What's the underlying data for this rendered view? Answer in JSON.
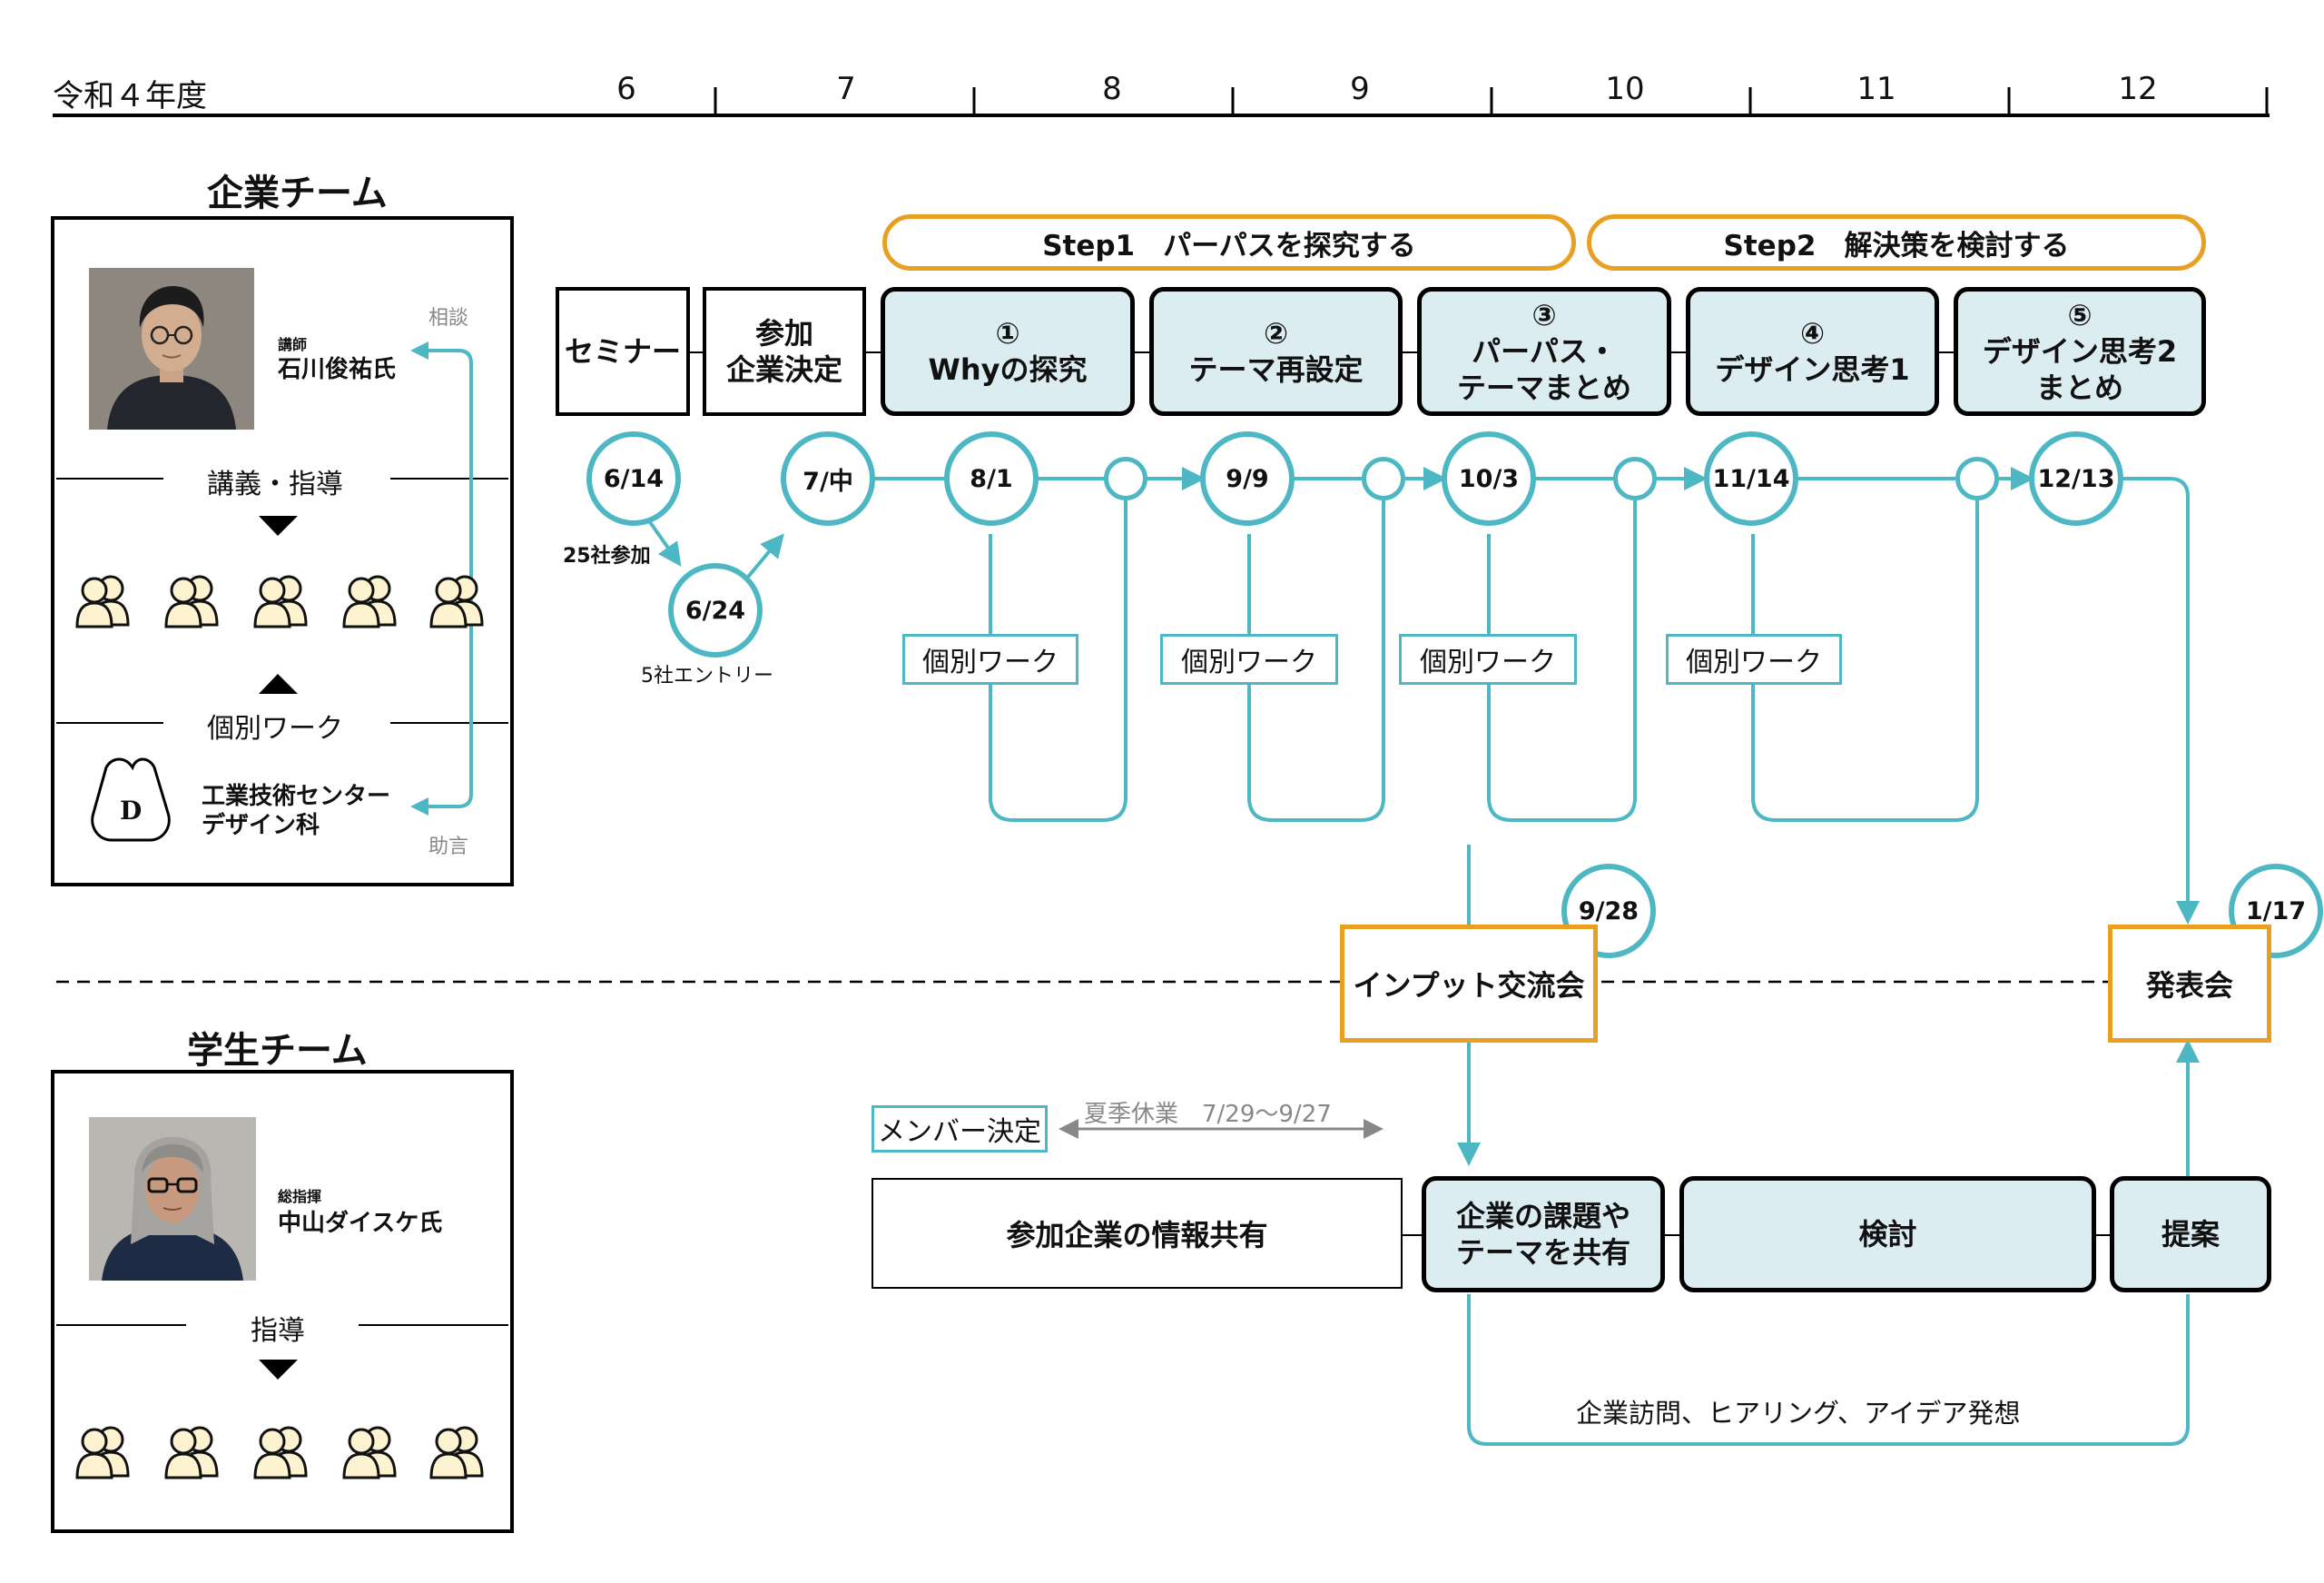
{
  "header": {
    "year_label": "令和４年度",
    "months": [
      "6",
      "7",
      "8",
      "9",
      "10",
      "11",
      "12"
    ]
  },
  "company_team": {
    "title": "企業チーム",
    "instructor_role": "講師",
    "instructor_name": "石川俊祐氏",
    "lecture_label": "講義・指導",
    "work_label": "個別ワーク",
    "center_logo_letter": "D",
    "center_name_line1": "工業技術センター",
    "center_name_line2": "デザイン科",
    "consult_label": "相談",
    "advice_label": "助言"
  },
  "student_team": {
    "title": "学生チーム",
    "director_role": "総指揮",
    "director_name": "中山ダイスケ氏",
    "guidance_label": "指導"
  },
  "flow": {
    "seminar": "セミナー",
    "participants_line1": "参加",
    "participants_line2": "企業決定",
    "step1": "Step1　パーパスを探究する",
    "step2": "Step2　解決策を検討する",
    "steps": [
      {
        "num": "①",
        "line1": "Whyの探究",
        "line2": ""
      },
      {
        "num": "②",
        "line1": "テーマ再設定",
        "line2": ""
      },
      {
        "num": "③",
        "line1": "パーパス・",
        "line2": "テーマまとめ"
      },
      {
        "num": "④",
        "line1": "デザイン思考1",
        "line2": ""
      },
      {
        "num": "⑤",
        "line1": "デザイン思考2",
        "line2": "まとめ"
      }
    ],
    "dates": {
      "d614": "6/14",
      "d624": "6/24",
      "d7mid": "7/中",
      "d81": "8/1",
      "d99": "9/9",
      "d103": "10/3",
      "d1114": "11/14",
      "d1213": "12/13",
      "d928": "9/28",
      "d117": "1/17"
    },
    "participants_25": "25社参加",
    "entries_5": "5社エントリー",
    "individual_work": "個別ワーク",
    "input_meeting": "インプット交流会",
    "presentation": "発表会"
  },
  "student_flow": {
    "member_decision": "メンバー決定",
    "summer_break": "夏季休業　7/29〜9/27",
    "info_share": "参加企業の情報共有",
    "share_issues_line1": "企業の課題や",
    "share_issues_line2": "テーマを共有",
    "review": "検討",
    "proposal": "提案",
    "activities": "企業訪問、ヒアリング、アイデア発想"
  },
  "colors": {
    "teal": "#4db7c4",
    "orange": "#e8a021",
    "light_blue": "#dcedf2",
    "person_fill": "#fdf3d0"
  }
}
